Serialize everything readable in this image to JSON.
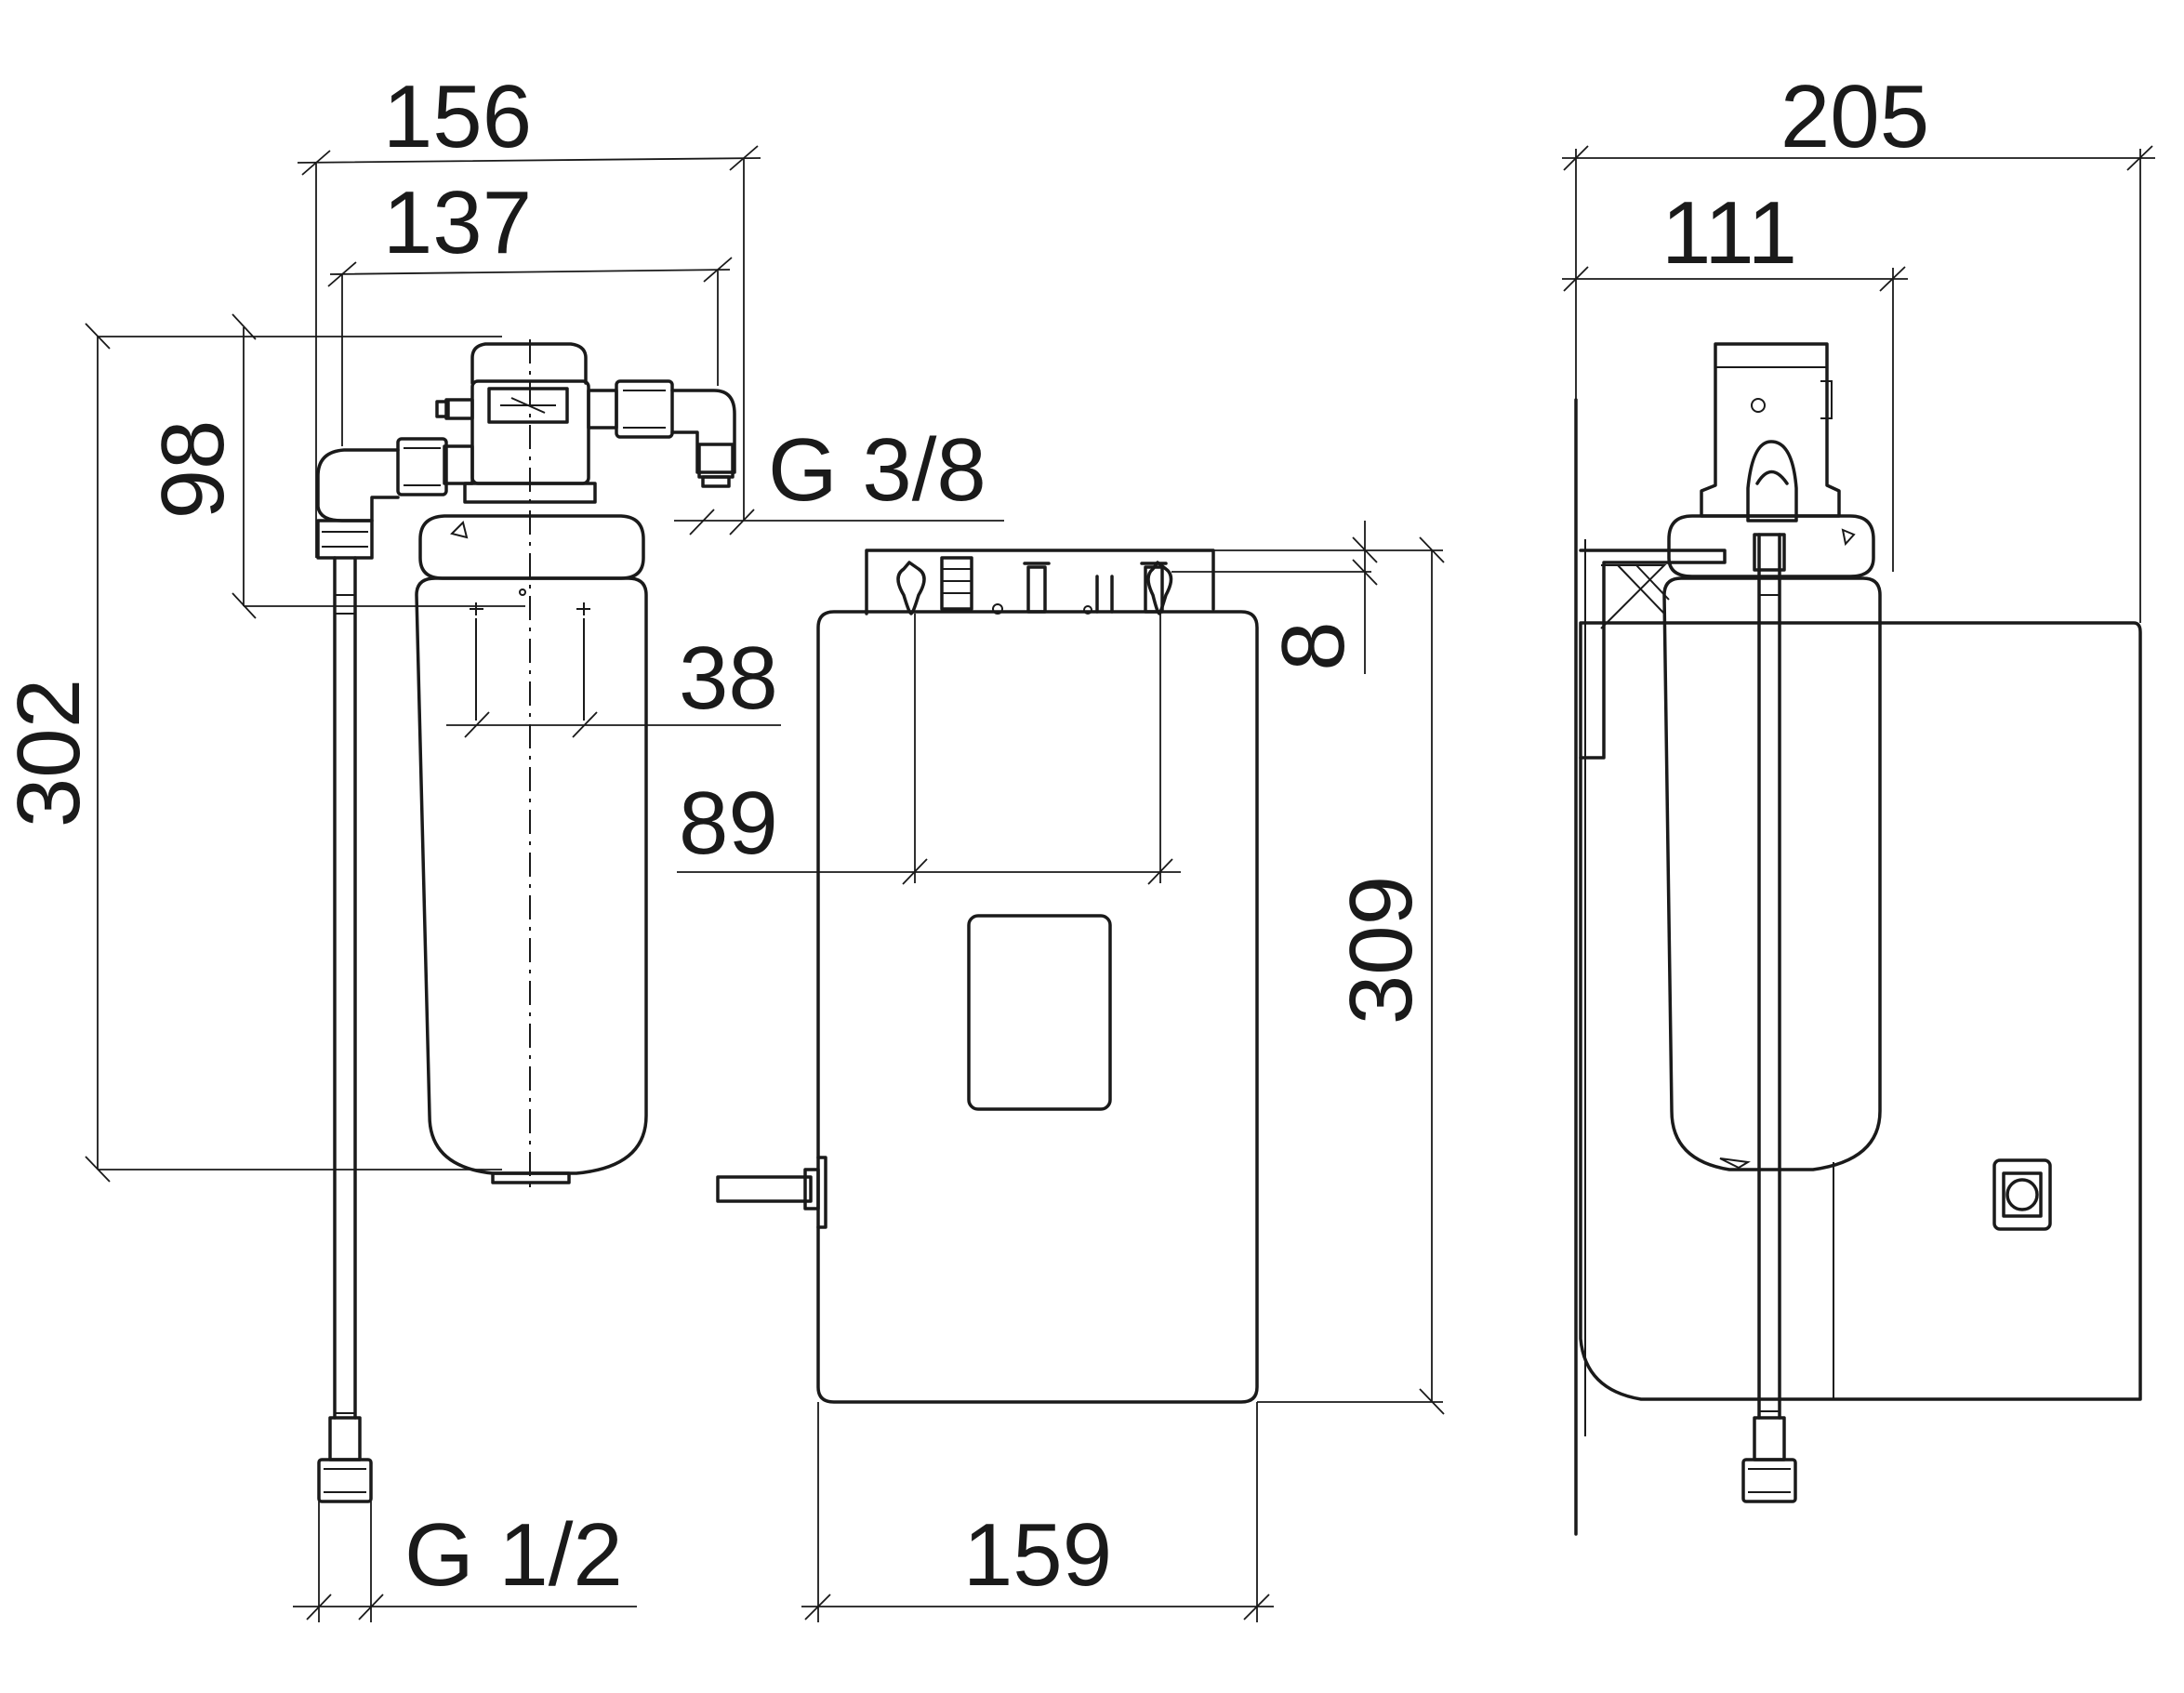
{
  "dimensions": {
    "d156": "156",
    "d137": "137",
    "d98": "98",
    "d302": "302",
    "g38": "G 3/8",
    "d38": "38",
    "d89": "89",
    "d8": "8",
    "d309": "309",
    "d159": "159",
    "g12": "G 1/2",
    "d205": "205",
    "d111": "111"
  }
}
